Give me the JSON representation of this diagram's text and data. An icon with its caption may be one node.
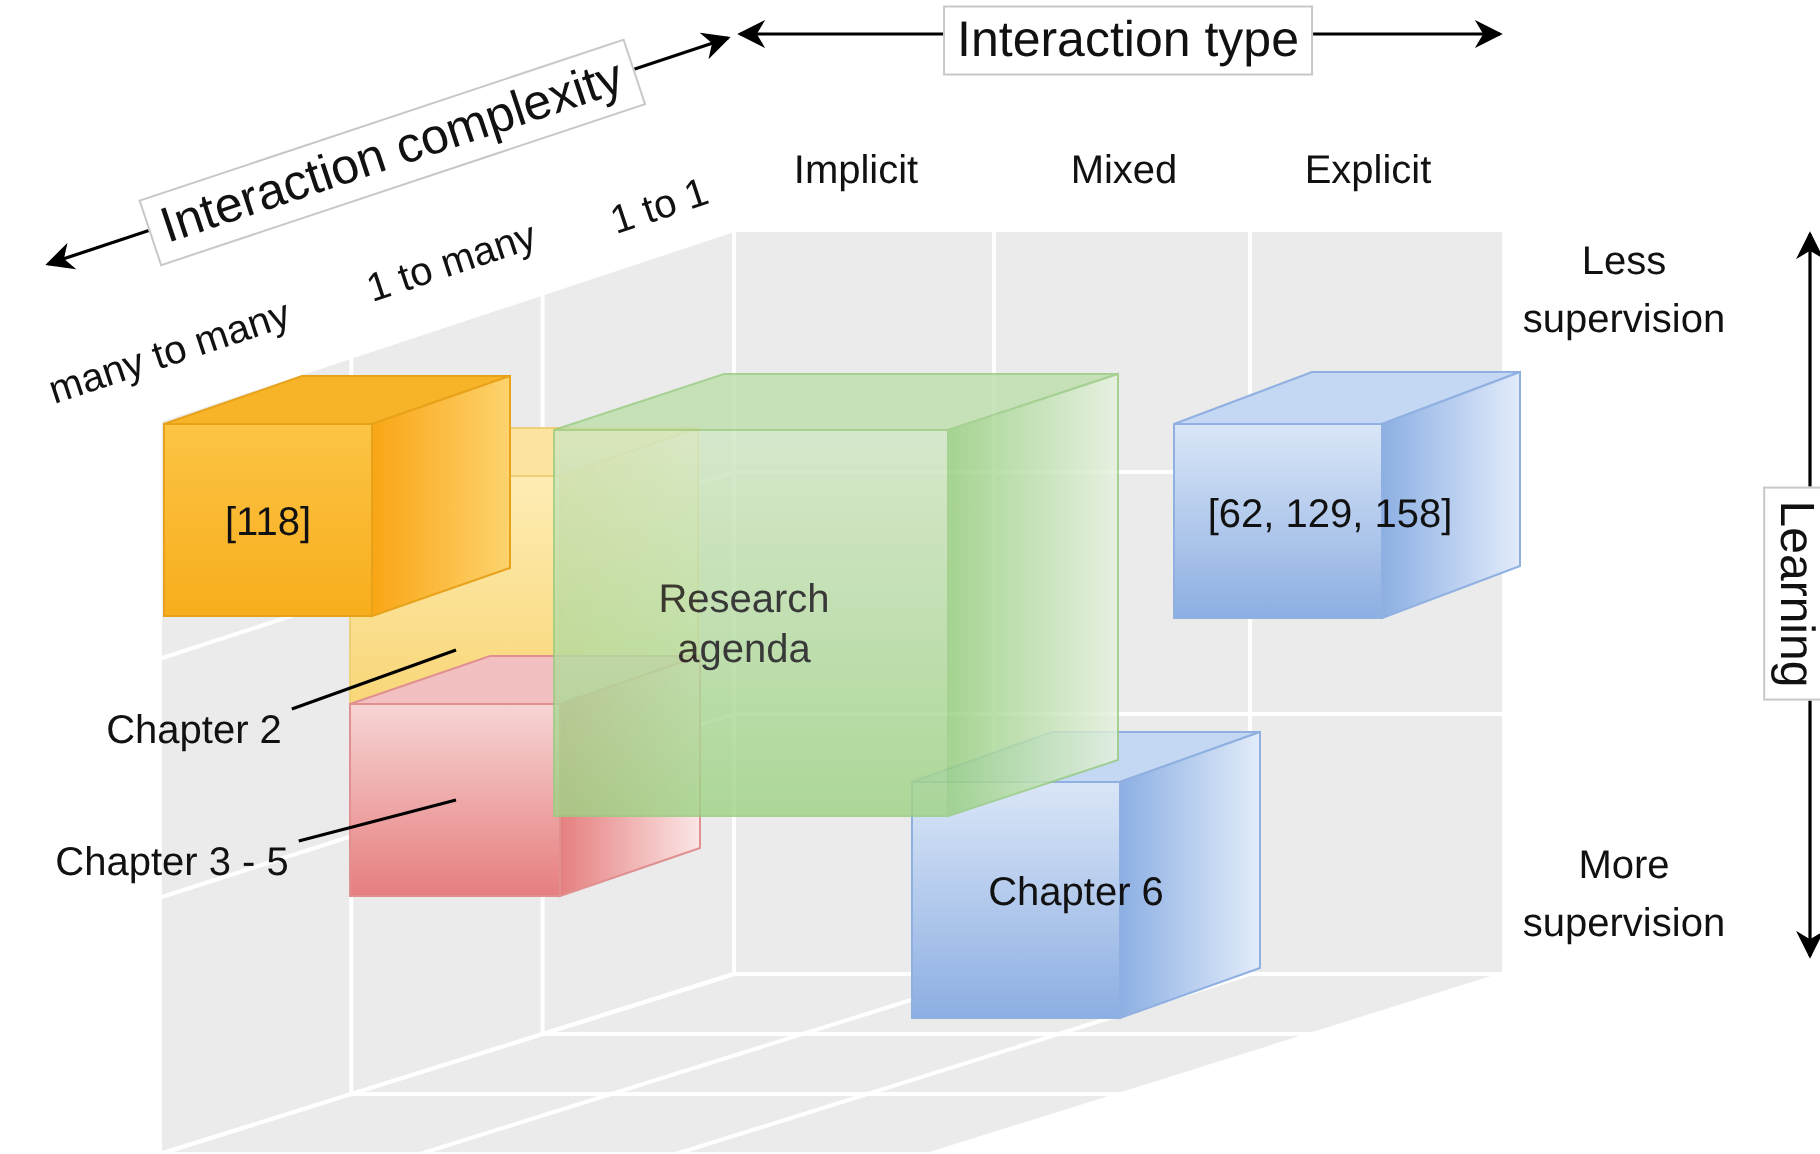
{
  "diagram": {
    "nodes": [
      {
        "text": [
          "[118]"
        ]
      },
      {
        "text": [
          "Research agenda"
        ]
      },
      {
        "text": [
          "[62, 129, 158]"
        ]
      },
      {
        "text": [],
        "shape": "cube"
      },
      {
        "text": [
          "Chapter 2"
        ]
      },
      {
        "text": [],
        "shape": "cube"
      },
      {
        "text": [
          "Chapter 3 - 5"
        ]
      },
      {
        "text": [
          "Chapter 6"
        ]
      }
    ],
    "edges": [
      {
        "from": 4,
        "to": 3,
        "arrow": "none"
      },
      {
        "from": 6,
        "to": 5,
        "arrow": "none"
      }
    ],
    "labels": [
      "Interaction type",
      "Interaction complexity",
      "Implicit",
      "Mixed",
      "Explicit",
      "1 to 1",
      "1 to many",
      "Less supervision",
      "many to many",
      "Learning",
      "More supervision"
    ]
  }
}
